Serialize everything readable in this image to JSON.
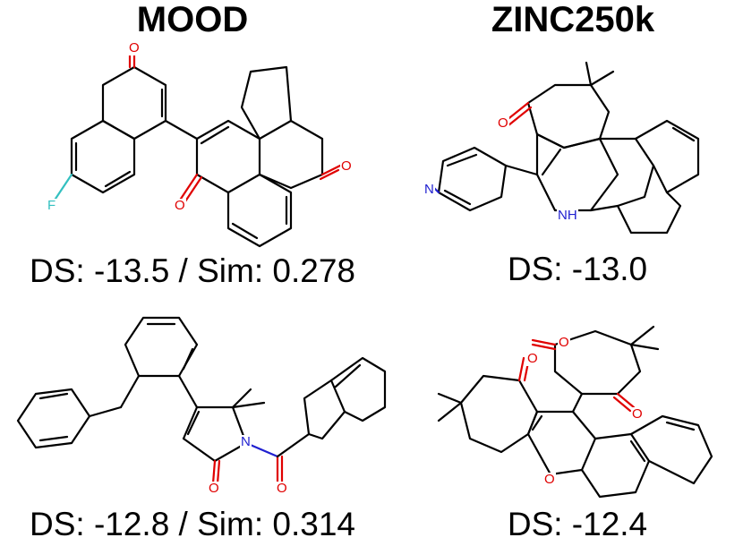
{
  "columns": {
    "left_title": "MOOD",
    "right_title": "ZINC250k"
  },
  "panels": [
    {
      "caption": "DS: -13.5 / Sim: 0.278"
    },
    {
      "caption": "DS: -13.0"
    },
    {
      "caption": "DS: -12.8 / Sim: 0.314"
    },
    {
      "caption": "DS: -12.4"
    }
  ],
  "atoms": {
    "oxygen": "O",
    "fluorine": "F",
    "nitrogen": "N",
    "amine": "NH"
  },
  "colors": {
    "oxygen": "#e00000",
    "nitrogen": "#2020d0",
    "fluorine": "#33c0c0",
    "bond": "#000000"
  }
}
